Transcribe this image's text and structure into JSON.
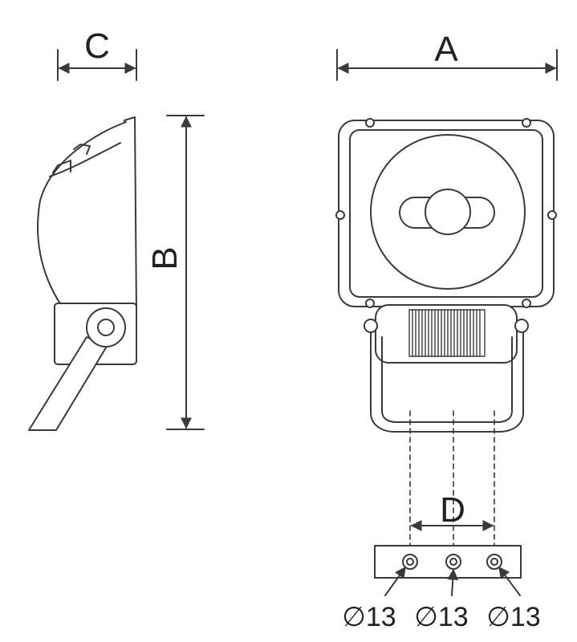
{
  "dimensions": {
    "a": "A",
    "b": "B",
    "c": "C",
    "d": "D"
  },
  "holes": [
    {
      "label": "∅13"
    },
    {
      "label": "∅13"
    },
    {
      "label": "∅13"
    }
  ],
  "colors": {
    "line": "#3a3a3a",
    "fill": "#ffffff"
  }
}
